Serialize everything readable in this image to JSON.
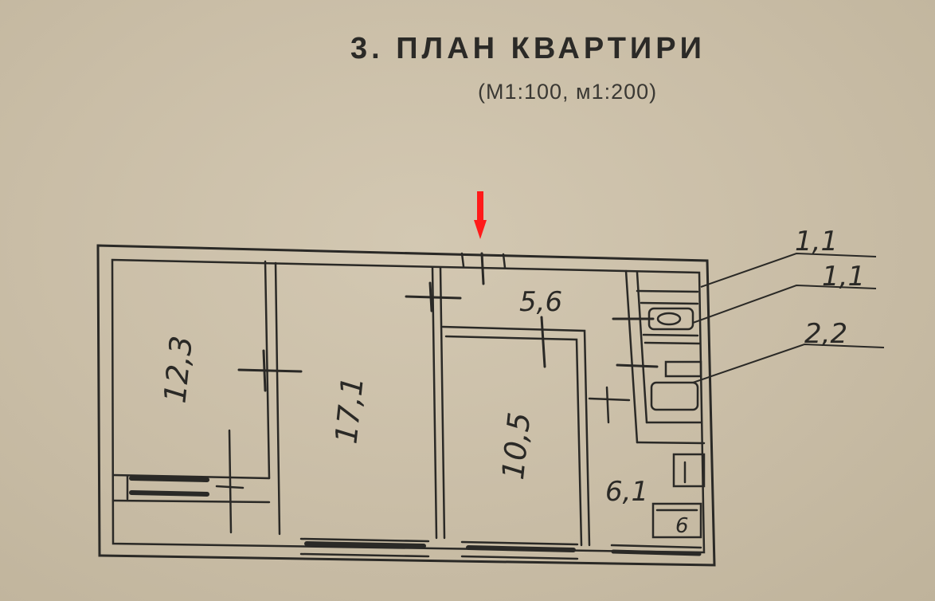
{
  "header": {
    "title": "3. ПЛАН КВАРТИРИ",
    "scale": "(М1:100, м1:200)"
  },
  "rooms": {
    "room_1": "12,3",
    "room_2": "17,1",
    "room_3": "10,5",
    "room_4": "5,6",
    "room_5": "6,1"
  },
  "callouts": {
    "callout_1": "1,1",
    "callout_2": "1,1",
    "callout_3": "2,2"
  },
  "stove_label": "6",
  "colors": {
    "paper": "#cbbfa8",
    "ink": "#2a2926",
    "marker": "#ff1a1a"
  }
}
